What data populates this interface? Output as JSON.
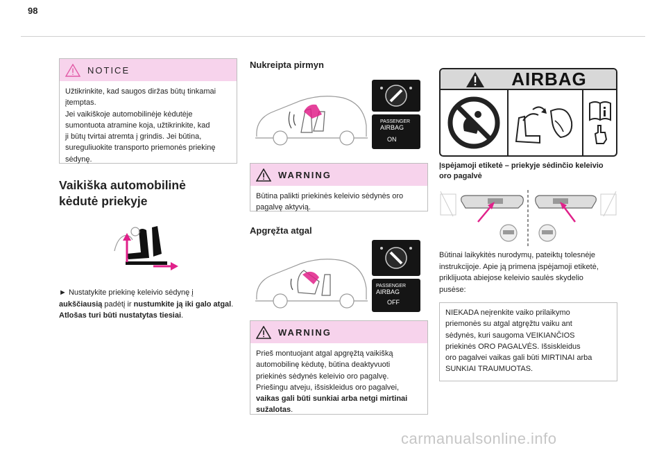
{
  "page": {
    "number": "98"
  },
  "notice": {
    "title": "NOTICE",
    "lines": [
      "Užtikrinkite, kad saugos diržas būtų tinkamai",
      "įtemptas.",
      "Jei vaikiškoje automobilinėje kėdutėje",
      "sumontuota atramine koja, užtikrinkite, kad",
      "ji būtų tvirtai atremta į grindis. Jei būtina,",
      "sureguliuokite transporto priemonės priekinę",
      "sėdynę."
    ]
  },
  "front_seat": {
    "heading_line1": "Vaikiška automobilinė",
    "heading_line2": "kėdutė priekyje",
    "bullet": "►",
    "text_1": " Nustatykite priekinę keleivio sėdynę į ",
    "bold_1": "aukščiausią",
    "text_2": " padėtį ir ",
    "bold_2": "nustumkite ją iki galo atgal",
    "text_3": ". ",
    "bold_3": "Atlošas turi būti nustatytas tiesiai",
    "text_4": "."
  },
  "forward": {
    "heading": "Nukreipta pirmyn",
    "panel_line1": "PASSENGER",
    "panel_line2": "AIRBAG",
    "panel_state": "ON"
  },
  "warning1": {
    "title": "WARNING",
    "lines": [
      "Būtina palikti priekinės keleivio sėdynės oro",
      "pagalvę aktyvią."
    ]
  },
  "rearward": {
    "heading": "Apgręžta atgal",
    "panel_line1": "PASSENGER",
    "panel_line2": "AIRBAG",
    "panel_state": "OFF"
  },
  "warning2": {
    "title": "WARNING",
    "lines": [
      "Prieš montuojant atgal apgręžtą vaikišką",
      "automobilinę kėdutę, būtina deaktyvuoti",
      "priekinės sėdynės keleivio oro pagalvę.",
      "Priešingu atveju, išsiskleidus oro pagalvei,"
    ],
    "bold_line1": "vaikas gali būti sunkiai arba netgi mirtinai",
    "bold_line2": "sužalotas",
    "end": "."
  },
  "airbag_label": {
    "word": "AIRBAG",
    "caption_line1": "Įspėjamoji etiketė – priekyje sėdinčio keleivio",
    "caption_line2": "oro pagalvė"
  },
  "instructions": {
    "lines": [
      "Būtinai laikykitės nurodymų, pateiktų tolesnėje",
      "instrukcijoje. Apie ją primena įspėjamoji etiketė,",
      "priklijuota abiejose keleivio saulės skydelio",
      "pusėse:"
    ]
  },
  "label_text": {
    "lines": [
      "NIEKADA neįrenkite vaiko prilaikymo",
      "priemonės su atgal atgręžtu vaiku ant",
      "sėdynės, kuri saugoma VEIKIANČIOS",
      "priekinės ORO PAGALVĖS. Išsiskleidus",
      "oro pagalvei vaikas gali būti MIRTINAI arba",
      "SUNKIAI TRAUMUOTAS."
    ]
  },
  "watermark": "carmanualsonline.info",
  "colors": {
    "pink_header": "#f7d3ec",
    "magenta": "#e0218a",
    "notice_triangle": "#e25aa6"
  }
}
